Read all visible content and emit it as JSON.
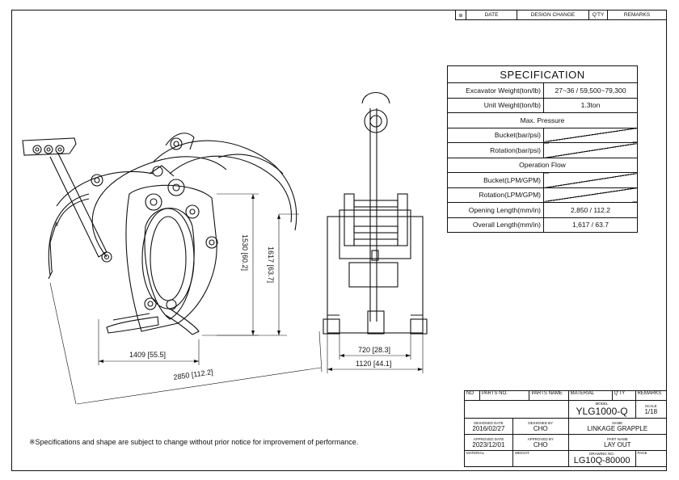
{
  "revision_table": {
    "date": "DATE",
    "design_change": "DESIGN CHANGE",
    "qty": "Q'TY",
    "remarks": "REMARKS"
  },
  "specification": {
    "title": "SPECIFICATION",
    "rows": [
      {
        "label": "Excavator Weight(ton/lb)",
        "value": "27~36 / 59,500~79,300"
      },
      {
        "label": "Unit Weight(ton/lb)",
        "value": "1.3ton"
      },
      {
        "label": "Max. Pressure",
        "value": "",
        "section": true
      },
      {
        "label": "Bucket(bar/psi)",
        "value": "",
        "empty": true
      },
      {
        "label": "Rotation(bar/psi)",
        "value": "",
        "empty": true
      },
      {
        "label": "Operation Flow",
        "value": "",
        "section": true
      },
      {
        "label": "Bucket(LPM/GPM)",
        "value": "",
        "empty": true
      },
      {
        "label": "Rotation(LPM/GPM)",
        "value": "",
        "empty": true
      },
      {
        "label": "Opening Length(mm/in)",
        "value": "2,850 / 112.2"
      },
      {
        "label": "Overall Length(mm/in)",
        "value": "1,617 / 63.7"
      }
    ]
  },
  "dimensions": {
    "d1409": "1409 [55.5]",
    "d2850": "2850 [112.2]",
    "d1530": "1530 [60.2]",
    "d1617": "1617 [63.7]",
    "d720": "720 [28.3]",
    "d1120": "1120 [44.1]"
  },
  "note": "※Specifications and shape are subject to change without prior notice for improvement of performance.",
  "title_block": {
    "h_no": "NO",
    "h_parts_no": "PARTS NO.",
    "h_parts_name": "PARTS NAME",
    "h_material": "MATERIAL",
    "h_qty": "Q'TY",
    "h_remarks": "REMARKS",
    "l_model": "MODEL",
    "model": "YLG1000-Q",
    "l_scale": "SCALE",
    "scale": "1/18",
    "l_designed_date": "DESIGNED DATE",
    "l_designed_by": "DESIGNED BY",
    "l_name": "NAME",
    "designed_date": "2016/02/27",
    "designed_by": "CHO",
    "name": "LINKAGE GRAPPLE",
    "l_approved_date": "APPROVED DATE",
    "l_approved_by": "APPROVED BY",
    "l_part_name": "PART NAME",
    "approved_date": "2023/12/01",
    "approved_by": "CHO",
    "part_name": "LAY OUT",
    "l_material": "MATERIAL",
    "l_weight": "WEIGHT",
    "l_drawing_no": "DRAWING NO.",
    "drawing_no": "LG10Q-80000",
    "l_page": "PAGE"
  }
}
